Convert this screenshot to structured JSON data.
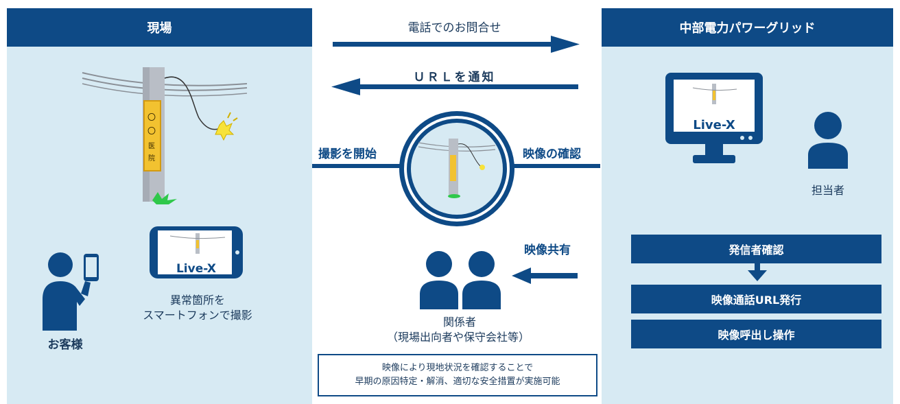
{
  "left_panel": {
    "title": "現場",
    "pole_sign": [
      "〇",
      "〇",
      "医",
      "院"
    ],
    "customer_label": "お客様",
    "phone_app_label": "Live-X",
    "capture_line1": "異常箇所を",
    "capture_line2": "スマートフォンで撮影"
  },
  "center": {
    "call_label": "電話でのお問合せ",
    "url_label": "ＵＲＬを通知",
    "start_label": "撮影を開始",
    "confirm_label": "映像の確認",
    "share_label": "映像共有",
    "stakeholders_label": "関係者",
    "stakeholders_detail": "（現場出向者や保守会社等）",
    "note_line1": "映像により現地状況を確認することで",
    "note_line2": "早期の原因特定・解消、適切な安全措置が実施可能"
  },
  "right_panel": {
    "title": "中部電力パワーグリッド",
    "monitor_app_label": "Live-X",
    "operator_label": "担当者",
    "steps": [
      "発信者確認",
      "映像通話URL発行",
      "映像呼出し操作"
    ]
  },
  "colors": {
    "navy": "#0e4a86",
    "panel_bg": "#d7eaf3",
    "pole_sign": "#f2c230",
    "grass": "#2fc84a"
  }
}
